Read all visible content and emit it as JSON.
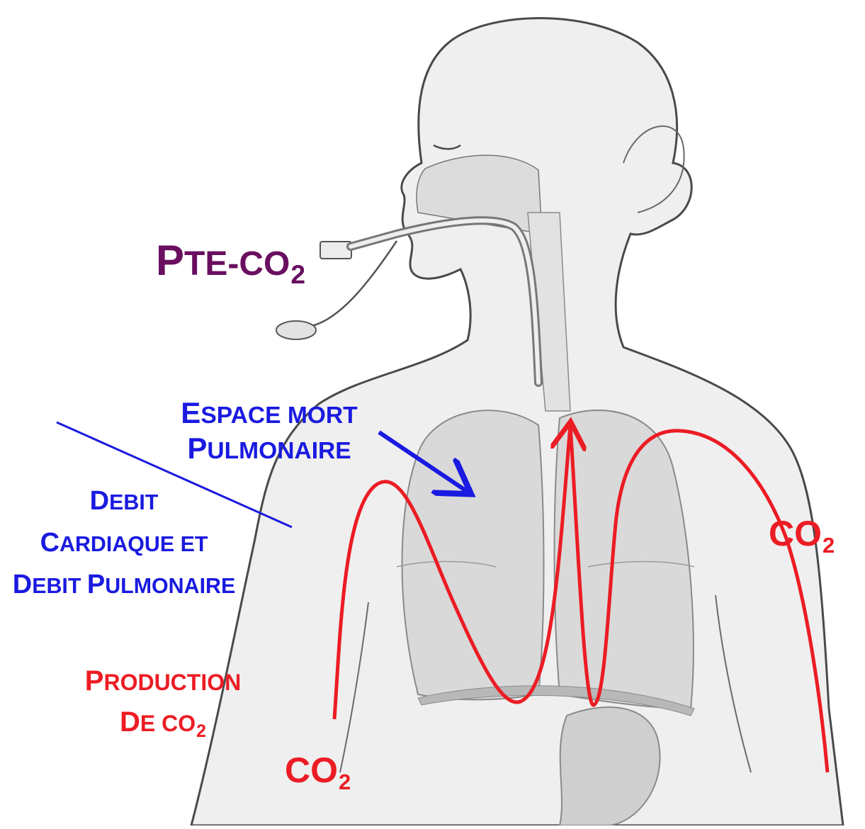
{
  "colors": {
    "label_purple": "#6a0f5f",
    "label_blue": "#1a1ae0",
    "label_red": "#ec1c24",
    "line_blue": "#1a1ae0",
    "arrow_blue": "#1a1ae0",
    "curve_red": "#ec1c24",
    "body_outline": "#4a4a4a",
    "body_fill": "#efefef",
    "organ_fill": "#d9d9d9"
  },
  "labels": {
    "pte": {
      "initial": "P",
      "rest": "TE-CO",
      "subscript": "2"
    },
    "espace_line1": {
      "initial": "E",
      "rest": "SPACE MORT"
    },
    "espace_line2": {
      "initial": "P",
      "rest": "ULMONAIRE"
    },
    "debit_line1": {
      "initial": "D",
      "rest": "EBIT"
    },
    "debit_line2": {
      "initial": "C",
      "rest": "ARDIAQUE ET"
    },
    "debit_line3a": {
      "initial": "D",
      "rest": "EBIT "
    },
    "debit_line3b": {
      "initial": "P",
      "rest": "ULMONAIRE"
    },
    "production_line1": {
      "initial": "P",
      "rest": "RODUCTION"
    },
    "production_line2": {
      "initial": "D",
      "rest": "E CO",
      "subscript": "2"
    },
    "co2_right": {
      "text": "CO",
      "subscript": "2"
    },
    "co2_bottom": {
      "text": "CO",
      "subscript": "2"
    }
  },
  "icons": {
    "illustration": "respiratory-system-illustration",
    "tube": "endotracheal-tube-icon",
    "arrow": "arrow-icon"
  }
}
